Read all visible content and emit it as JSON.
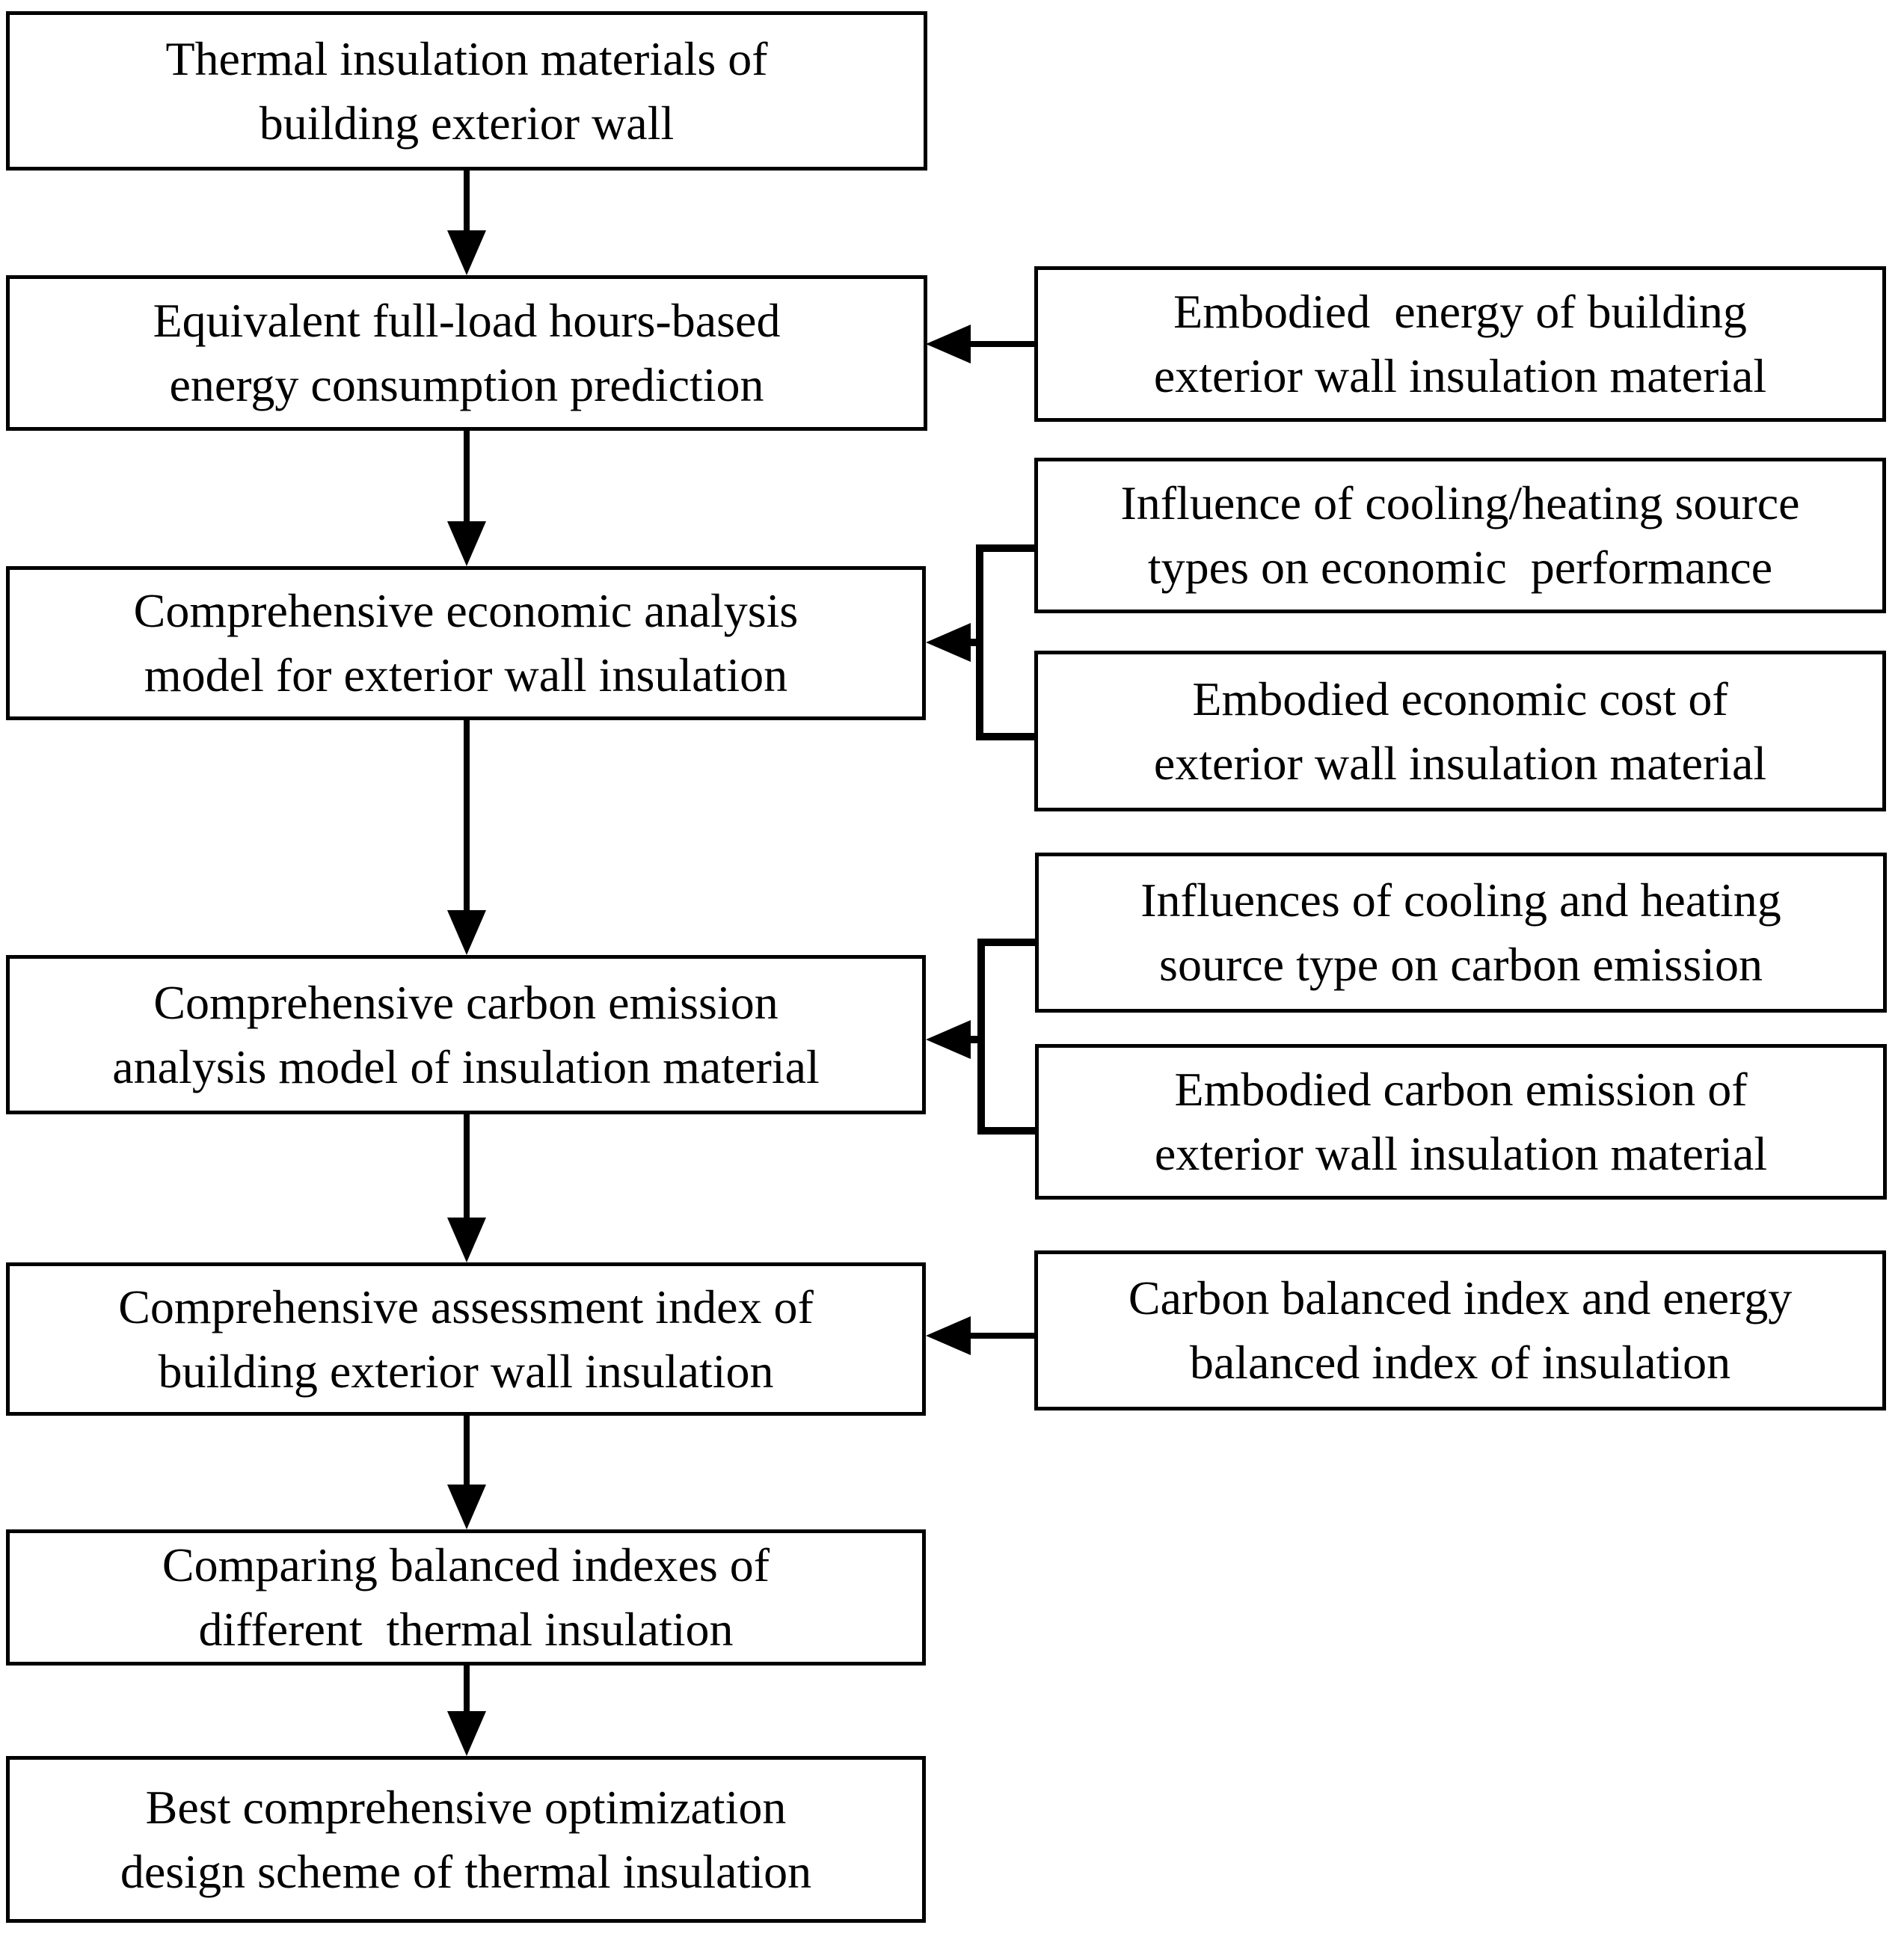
{
  "diagram": {
    "background_color": "#ffffff",
    "line_color": "#000000",
    "text_color": "#000000",
    "main_flow": [
      {
        "id": "materials",
        "text": "Thermal insulation materials of\nbuilding exterior wall"
      },
      {
        "id": "prediction",
        "text": "Equivalent full-load hours-based\nenergy consumption prediction"
      },
      {
        "id": "economic-model",
        "text": "Comprehensive economic analysis\nmodel for exterior wall insulation"
      },
      {
        "id": "carbon-model",
        "text": "Comprehensive carbon emission\nanalysis model of insulation material"
      },
      {
        "id": "assessment-index",
        "text": "Comprehensive assessment index of\nbuilding exterior wall insulation"
      },
      {
        "id": "comparing",
        "text": "Comparing balanced indexes of\ndifferent  thermal insulation"
      },
      {
        "id": "best-scheme",
        "text": "Best comprehensive optimization\ndesign scheme of thermal insulation"
      }
    ],
    "side_inputs": [
      {
        "id": "embodied-energy",
        "text": "Embodied  energy of building\nexterior wall insulation material",
        "feeds": "prediction"
      },
      {
        "id": "influence-econ",
        "text": "Influence of cooling/heating source\ntypes on economic  performance",
        "feeds": "economic-model"
      },
      {
        "id": "embodied-cost",
        "text": "Embodied economic cost of\nexterior wall insulation material",
        "feeds": "economic-model"
      },
      {
        "id": "influence-carbon",
        "text": "Influences of cooling and heating\nsource type on carbon emission",
        "feeds": "carbon-model"
      },
      {
        "id": "embodied-carbon",
        "text": "Embodied carbon emission of\nexterior wall insulation material",
        "feeds": "carbon-model"
      },
      {
        "id": "balanced-index",
        "text": "Carbon balanced index and energy\nbalanced index of insulation",
        "feeds": "assessment-index"
      }
    ],
    "connections": [
      {
        "from": "materials",
        "to": "prediction"
      },
      {
        "from": "prediction",
        "to": "economic-model"
      },
      {
        "from": "economic-model",
        "to": "carbon-model"
      },
      {
        "from": "carbon-model",
        "to": "assessment-index"
      },
      {
        "from": "assessment-index",
        "to": "comparing"
      },
      {
        "from": "comparing",
        "to": "best-scheme"
      }
    ]
  }
}
